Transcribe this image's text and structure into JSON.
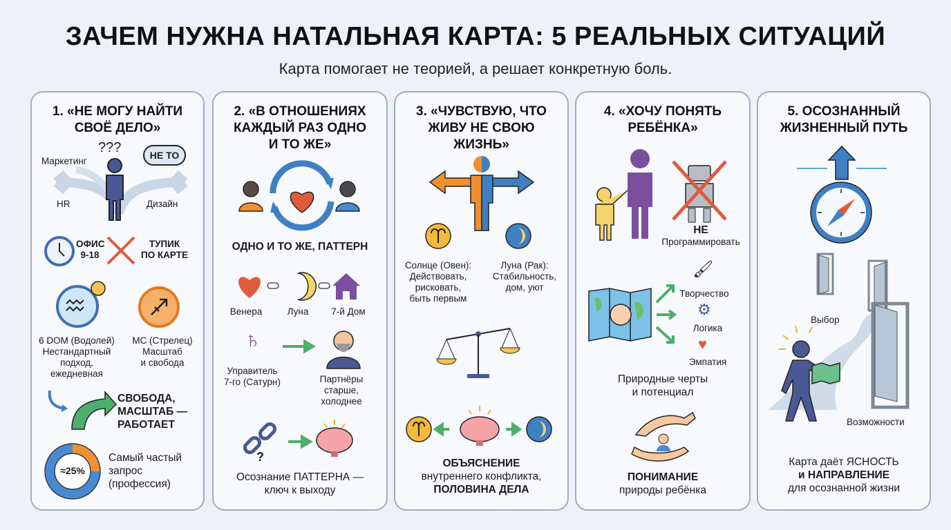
{
  "header": {
    "title": "ЗАЧЕМ НУЖНА НАТАЛЬНАЯ КАРТА: 5 РЕАЛЬНЫХ СИТУАЦИЙ",
    "subtitle": "Карта помогает не теорией, а решает конкретную боль."
  },
  "colors": {
    "blue": "#3f7fc4",
    "orange": "#f0902f",
    "green": "#4caf6a",
    "red": "#e25a3c",
    "purple": "#7a4f9e",
    "navy": "#4a5896",
    "yellow": "#f6c451"
  },
  "cards": [
    {
      "title": [
        "1. «НЕ МОГУ НАЙТИ",
        "СВОЁ ДЕЛО»"
      ],
      "paths": {
        "left_top": "Маркетинг",
        "left_bottom": "HR",
        "right": "Дизайн",
        "bubble": "НЕ ТО",
        "question": "???"
      },
      "office": [
        "ОФИС",
        "9-18"
      ],
      "deadend": [
        "ТУПИК",
        "ПО КАРТЕ"
      ],
      "house6": [
        "6 DOM (Водолей)",
        "Нестандартный",
        "подход,",
        "ежедневная"
      ],
      "mc": [
        "MC (Стрелец)",
        "Масштаб",
        "и свобода"
      ],
      "result": [
        "СВОБОДА,",
        "МАСШТАБ —",
        "РАБОТАЕТ"
      ],
      "stat": {
        "value": "≈25%",
        "share": 25,
        "label": [
          "Самый частый",
          "запрос",
          "(профессия)"
        ]
      }
    },
    {
      "title": [
        "2. «В ОТНОШЕНИЯХ",
        "КАЖДЫЙ РАЗ ОДНО",
        "И ТО ЖЕ»"
      ],
      "pattern": "ОДНО И ТО ЖЕ, ПАТТЕРН",
      "chain": [
        "Венера",
        "Луна",
        "7-й Дом"
      ],
      "ruler": [
        "Управитель",
        "7-го (Сатурн)"
      ],
      "partners": [
        "Партнёры",
        "старше,",
        "холоднее"
      ],
      "bottom": [
        "Осознание ПАТТЕРНА —",
        "ключ к выходу"
      ]
    },
    {
      "title": [
        "3. «ЧУВСТВУЮ, ЧТО",
        "ЖИВУ НЕ СВОЮ",
        "ЖИЗНЬ»"
      ],
      "sun": [
        "Солнце (Овен):",
        "Действовать,",
        "рисковать,",
        "быть первым"
      ],
      "moon": [
        "Луна (Рак):",
        "Стабильность,",
        "дом, уют"
      ],
      "bottom": [
        "ОБЪЯСНЕНИЕ",
        "внутреннего конфликта,",
        "ПОЛОВИНА ДЕЛА"
      ]
    },
    {
      "title": [
        "4. «ХОЧУ ПОНЯТЬ",
        "РЕБЁНКА»"
      ],
      "not": [
        "НЕ",
        "Программировать"
      ],
      "traits": [
        "Творчество",
        "Логика",
        "Эмпатия"
      ],
      "natural": [
        "Природные черты",
        "и потенциал"
      ],
      "bottom": [
        "ПОНИМАНИЕ",
        "природы ребёнка"
      ]
    },
    {
      "title": [
        "5. ОСОЗНАННЫЙ",
        "ЖИЗНЕННЫЙ ПУТЬ"
      ],
      "choice": "Выбор",
      "opportunities": "Возможности",
      "bottom": [
        "Карта даёт ЯСНОСТЬ",
        "и НАПРАВЛЕНИЕ",
        "для осознанной жизни"
      ]
    }
  ]
}
